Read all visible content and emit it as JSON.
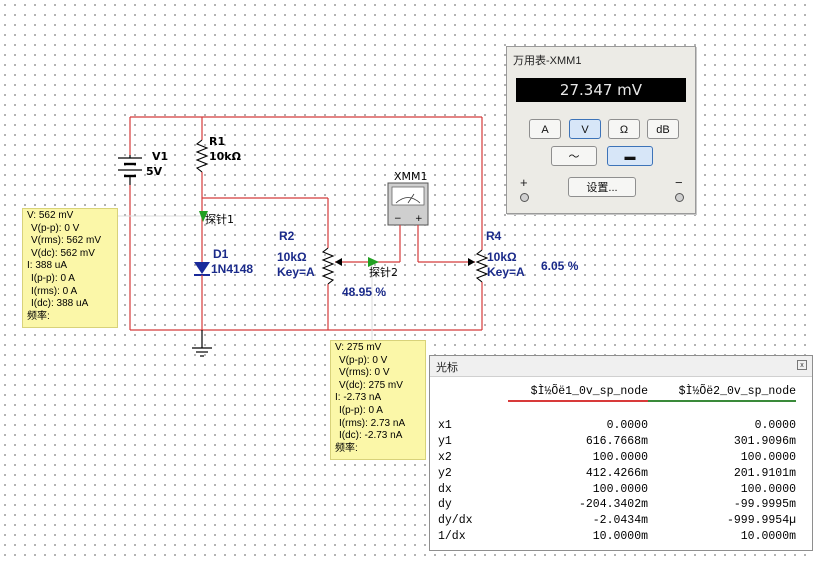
{
  "circuit": {
    "v1": {
      "name": "V1",
      "value": "5V"
    },
    "r1": {
      "name": "R1",
      "value": "10kΩ"
    },
    "d1": {
      "name": "D1",
      "value": "1N4148"
    },
    "r2": {
      "name": "R2",
      "value": "10kΩ",
      "key": "Key=A",
      "percent": "48.95 %"
    },
    "r4": {
      "name": "R4",
      "value": "10kΩ",
      "key": "Key=A",
      "percent": "6.05 %"
    },
    "xmm_label": "XMM1",
    "probe1_label": "探针1",
    "probe2_label": "探针2",
    "colors": {
      "wire": "#d43a3a",
      "labels": "#1a2a8a",
      "probe_arrow": "#21a021"
    }
  },
  "probe1": {
    "lines": [
      "V: 562 mV",
      "V(p-p): 0 V",
      "V(rms): 562 mV",
      "V(dc): 562 mV",
      "I: 388 uA",
      "I(p-p): 0 A",
      "I(rms): 0 A",
      "I(dc): 388 uA",
      "频率:"
    ]
  },
  "probe2": {
    "lines": [
      "V: 275 mV",
      "V(p-p): 0 V",
      "V(rms): 0 V",
      "V(dc): 275 mV",
      "I: -2.73 nA",
      "I(p-p): 0 A",
      "I(rms): 2.73 nA",
      "I(dc): -2.73 nA",
      "频率:"
    ]
  },
  "multimeter": {
    "title": "万用表-XMM1",
    "reading": "27.347 mV",
    "mode_buttons": [
      "A",
      "V",
      "Ω",
      "dB"
    ],
    "active_mode": "V",
    "ac_symbol": "〜",
    "dc_symbol": "▬",
    "settings_label": "设置...",
    "plus": "+",
    "minus": "−"
  },
  "cursor_panel": {
    "title": "光标",
    "close_glyph": "x",
    "columns": [
      "$Ì½Õë1_0v_sp_node",
      "$Ì½Õë2_0v_sp_node"
    ],
    "rows": [
      {
        "label": "x1",
        "v1": "0.0000",
        "v2": "0.0000"
      },
      {
        "label": "y1",
        "v1": "616.7668m",
        "v2": "301.9096m"
      },
      {
        "label": "x2",
        "v1": "100.0000",
        "v2": "100.0000"
      },
      {
        "label": "y2",
        "v1": "412.4266m",
        "v2": "201.9101m"
      },
      {
        "label": "dx",
        "v1": "100.0000",
        "v2": "100.0000"
      },
      {
        "label": "dy",
        "v1": "-204.3402m",
        "v2": "-99.9995m"
      },
      {
        "label": "dy/dx",
        "v1": "-2.0434m",
        "v2": "-999.9954µ"
      },
      {
        "label": "1/dx",
        "v1": "10.0000m",
        "v2": "10.0000m"
      }
    ]
  }
}
